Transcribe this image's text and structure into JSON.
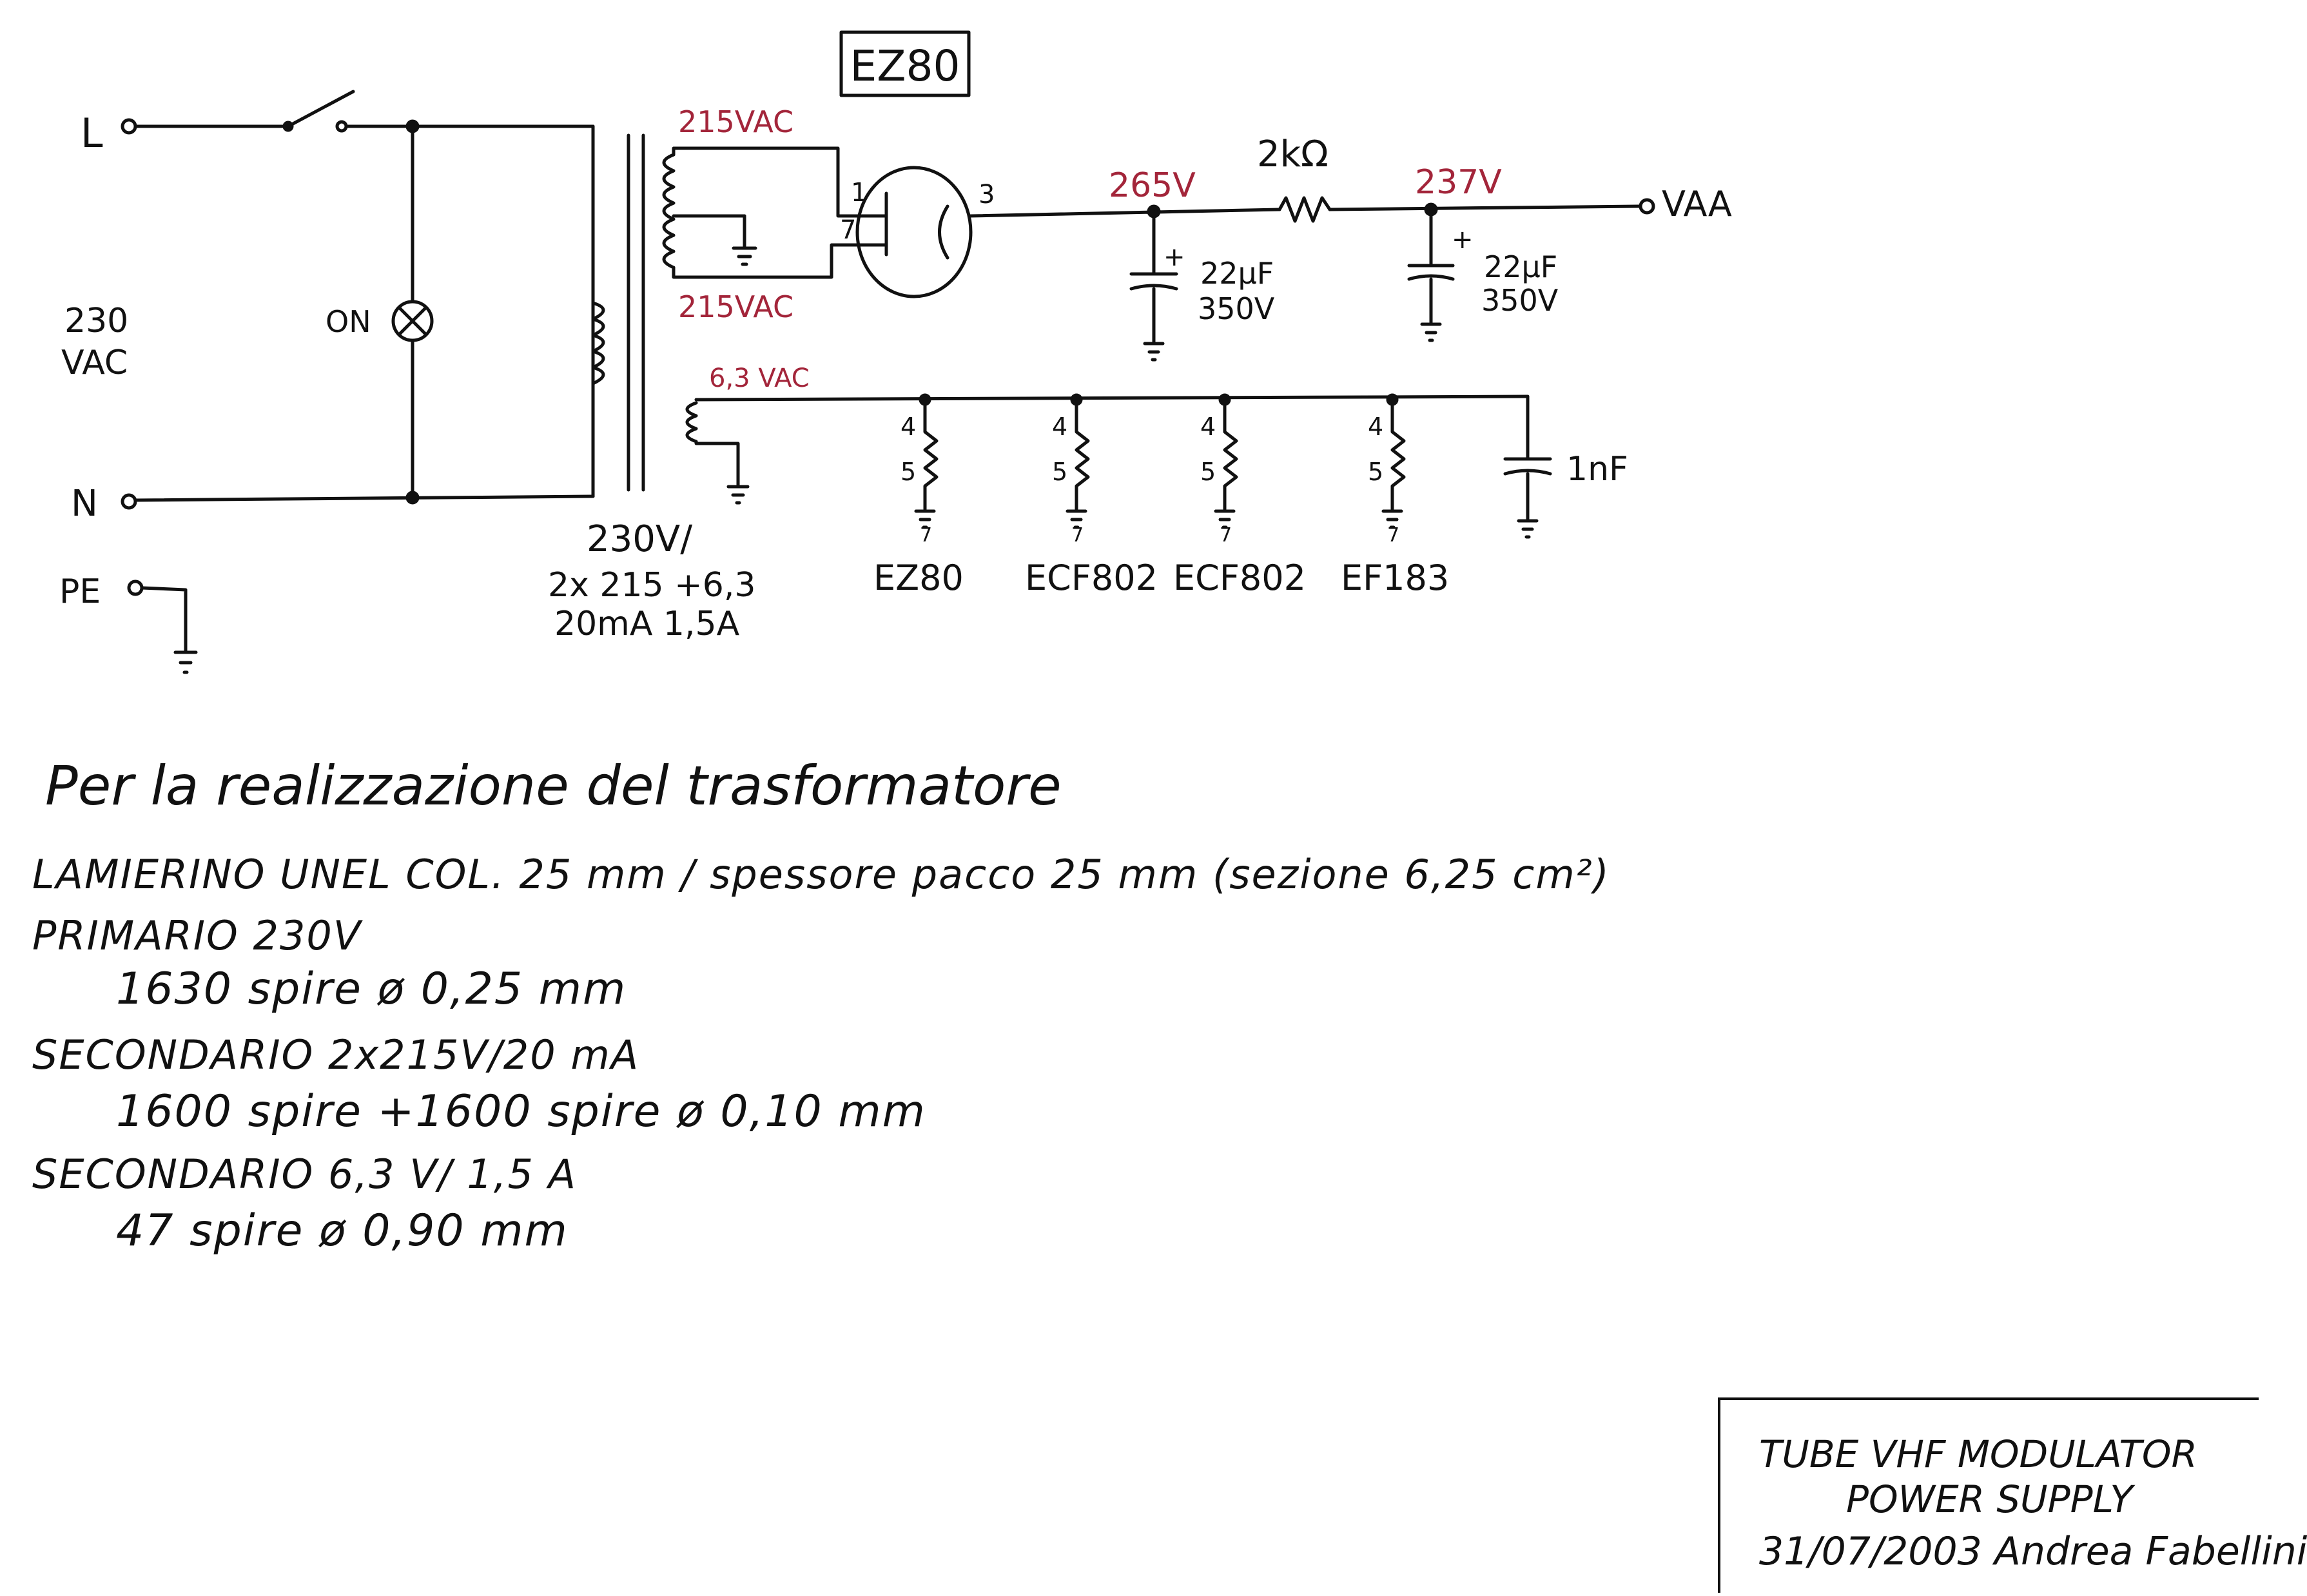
{
  "schematic": {
    "rectifier_label": "EZ80",
    "terminals": {
      "line": "L",
      "neutral": "N",
      "earth": "PE",
      "output": "VAA"
    },
    "mains_voltage": [
      "230",
      "VAC"
    ],
    "lamp_label": "ON",
    "secondary_hv_top": "215VAC",
    "secondary_hv_bottom": "215VAC",
    "secondary_heater": "6,3 VAC",
    "tube_pins": {
      "pin1": "1",
      "pin7": "7",
      "pin3": "3"
    },
    "voltage_after_rectifier": "265V",
    "voltage_after_resistor": "237V",
    "resistor": "2kΩ",
    "cap1": {
      "polarity": "+",
      "value": "22µF",
      "rating": "350V"
    },
    "cap2": {
      "polarity": "+",
      "value": "22µF",
      "rating": "350V"
    },
    "cap_heater": "1nF",
    "transformer_spec": [
      "230V/",
      "2x 215 +6,3",
      "20mA    1,5A"
    ],
    "heater_pins": [
      {
        "top": "4",
        "bottom": "5",
        "ground": "7",
        "tube": "EZ80"
      },
      {
        "top": "4",
        "bottom": "5",
        "ground": "7",
        "tube": "ECF802"
      },
      {
        "top": "4",
        "bottom": "5",
        "ground": "7",
        "tube": "ECF802"
      },
      {
        "top": "4",
        "bottom": "5",
        "ground": "7",
        "tube": "EF183"
      }
    ],
    "colors": {
      "ink": "#111111",
      "voltage_annotation": "#a3253a"
    }
  },
  "notes": {
    "title": "Per la realizzazione del trasformatore",
    "lines": [
      "LAMIERINO UNEL COL. 25 mm / spessore pacco 25 mm (sezione 6,25 cm²)",
      "PRIMARIO 230V",
      "1630 spire  ø 0,25 mm",
      "SECONDARIO 2x215V/20 mA",
      "1600 spire +1600 spire  ø 0,10 mm",
      "SECONDARIO 6,3 V/ 1,5 A",
      "47 spire  ø 0,90 mm"
    ]
  },
  "title_block": {
    "line1": "TUBE VHF MODULATOR",
    "line2": "POWER SUPPLY",
    "line3": "31/07/2003 Andrea Fabellini"
  }
}
